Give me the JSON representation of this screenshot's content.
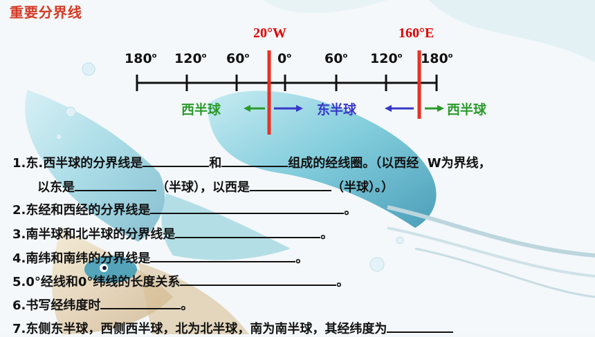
{
  "title": "重要分界线",
  "markers": {
    "left": "20°W",
    "right": "160°E"
  },
  "scale": {
    "labels": [
      "180",
      "120",
      "60",
      "0",
      "60",
      "120",
      "180"
    ]
  },
  "hemispheres": {
    "west_left": "西半球",
    "east": "东半球",
    "west_right": "西半球"
  },
  "questions": {
    "q1_a": "1.东.西半球的分界线是",
    "q1_b": "和",
    "q1_c": "组成的经线圈。（以西经",
    "q1_d": "W为界线，",
    "q1_e": "以东是",
    "q1_f": "（半球），以西是",
    "q1_g": "（半球）。）",
    "q2": "2.东经和西经的分界线是",
    "q2_end": "。",
    "q3": "3.南半球和北半球的分界线是",
    "q3_end": "。",
    "q4": "4.南纬和南纬的分界线是",
    "q4_end": "。",
    "q5_a": "5.0°经线和0°纬线的长度关系",
    "q5_end": "。",
    "q6": "6.书写经纬度时",
    "q6_end": "。",
    "q7": "7.东侧东半球，西侧西半球，北为北半球，南为南半球，其经纬度为"
  }
}
